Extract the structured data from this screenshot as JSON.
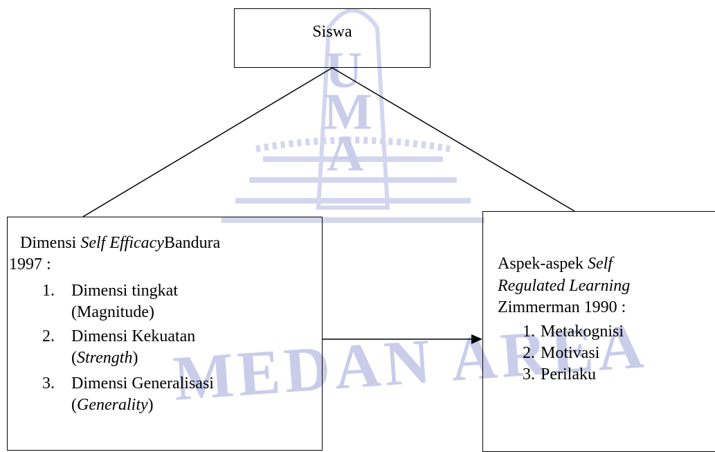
{
  "watermark": {
    "letters": [
      "U",
      "M",
      "A"
    ],
    "arc_text": "MEDAN AREA"
  },
  "root": {
    "label": "Siswa"
  },
  "left_box": {
    "heading_pre": "Dimensi ",
    "heading_italic": "Self Efficacy",
    "heading_post": "Bandura",
    "heading_line2": "1997 :",
    "items": [
      {
        "num": "1.",
        "line1": "Dimensi tingkat",
        "line2_pre": "(Magnitude)",
        "line2_italic": "",
        "line2_post": ""
      },
      {
        "num": "2.",
        "line1": "Dimensi Kekuatan",
        "line2_pre": "(",
        "line2_italic": "Strength",
        "line2_post": ")"
      },
      {
        "num": "3.",
        "line1": "Dimensi Generalisasi",
        "line2_pre": "(",
        "line2_italic": "Generality",
        "line2_post": ")"
      }
    ]
  },
  "right_box": {
    "heading_pre": "Aspek-aspek ",
    "heading_italic1": "Self",
    "heading_italic2": "Regulated Learning",
    "heading_line3": "Zimmerman 1990 :",
    "items": [
      {
        "num": "1.",
        "label": "Metakognisi"
      },
      {
        "num": "2.",
        "label": "Motivasi"
      },
      {
        "num": "3.",
        "label": "Perilaku"
      }
    ]
  },
  "colors": {
    "line": "#000000",
    "watermark": "#c9cdea"
  }
}
